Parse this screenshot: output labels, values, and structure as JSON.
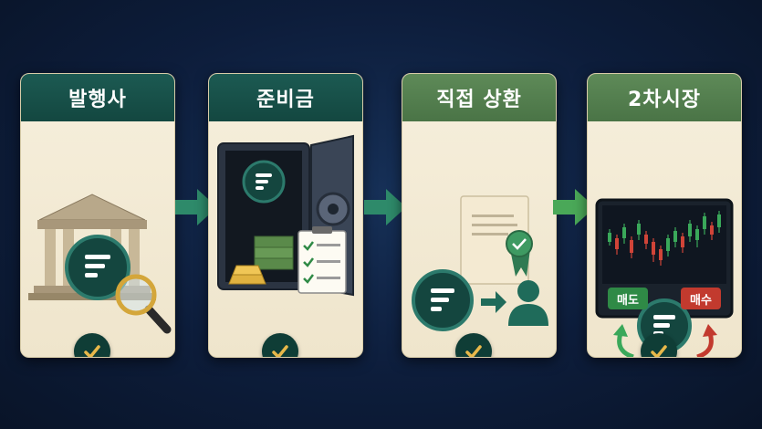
{
  "steps": [
    {
      "title": "발행사",
      "icon": "bank-building-icon"
    },
    {
      "title": "준비금",
      "icon": "vault-reserve-icon"
    },
    {
      "title": "직접 상환",
      "icon": "redemption-icon"
    },
    {
      "title": "2차시장",
      "icon": "trading-chart-icon"
    }
  ],
  "market": {
    "sell_label": "매도",
    "buy_label": "매수"
  },
  "colors": {
    "teal": "#1c5a52",
    "green": "#4a7446",
    "check": "#e8b84a",
    "card": "#f6efdc",
    "sell": "#2f8a46",
    "buy": "#c23a2e"
  }
}
